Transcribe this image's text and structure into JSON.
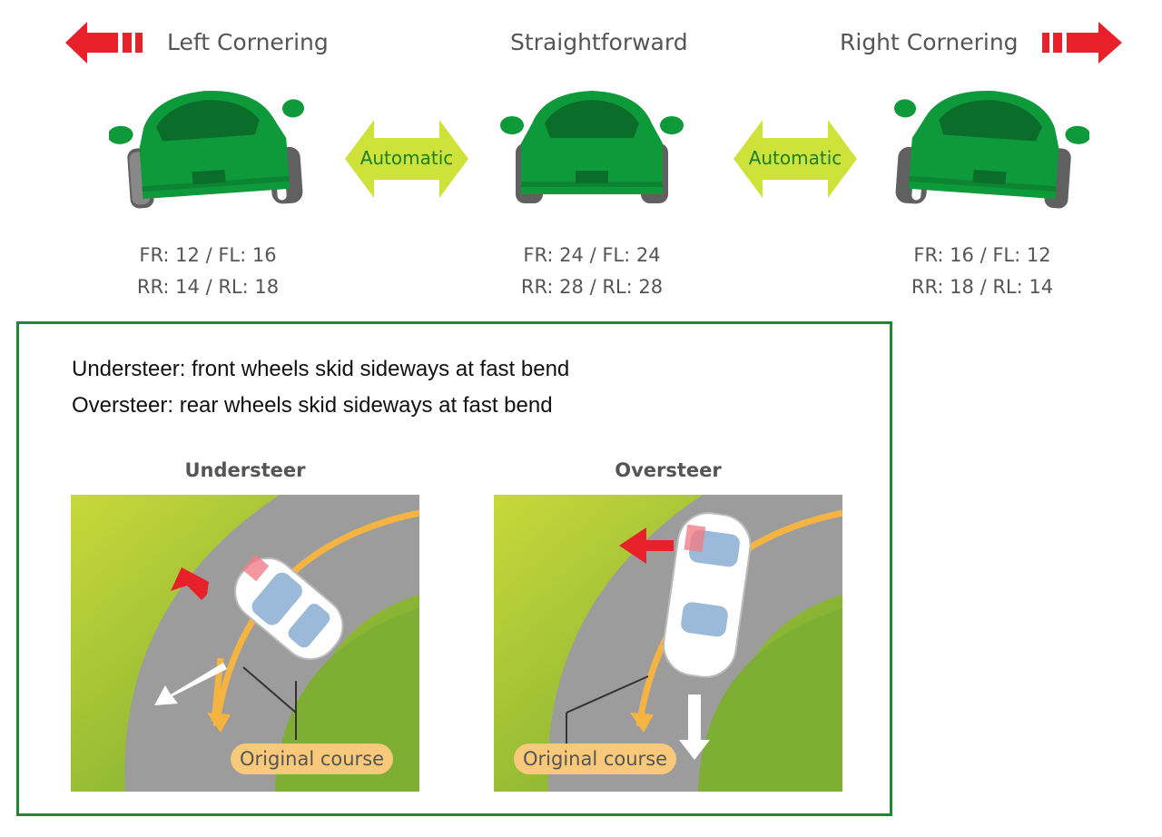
{
  "headings": {
    "left": "Left Cornering",
    "center": "Straightforward",
    "right": "Right Cornering"
  },
  "automatic_labels": [
    "Automatic",
    "Automatic"
  ],
  "pressures": {
    "left": {
      "front": "FR: 12 / FL: 16",
      "rear": "RR: 14 / RL: 18"
    },
    "center": {
      "front": "FR: 24 / FL: 24",
      "rear": "RR: 28 / RL: 28"
    },
    "right": {
      "front": "FR: 16 / FL: 12",
      "rear": "RR: 18 / RL: 14"
    }
  },
  "definitions": {
    "understeer": "Understeer: front wheels skid sideways at fast bend",
    "oversteer": "Oversteer: rear wheels skid sideways at fast bend"
  },
  "figures": {
    "understeer": {
      "title": "Understeer",
      "course_label": "Original course"
    },
    "oversteer": {
      "title": "Oversteer",
      "course_label": "Original course"
    }
  },
  "colors": {
    "car_green": "#0e9a3b",
    "car_dark": "#0a6e2a",
    "arrow_red": "#e8202a",
    "automatic_arrow": "#cfe23a",
    "automatic_text": "#1b7f2a",
    "panel_border": "#1d8a33",
    "grass": "#8dbb2f",
    "road": "#9c9c9c",
    "course_orange": "#f5b342"
  }
}
